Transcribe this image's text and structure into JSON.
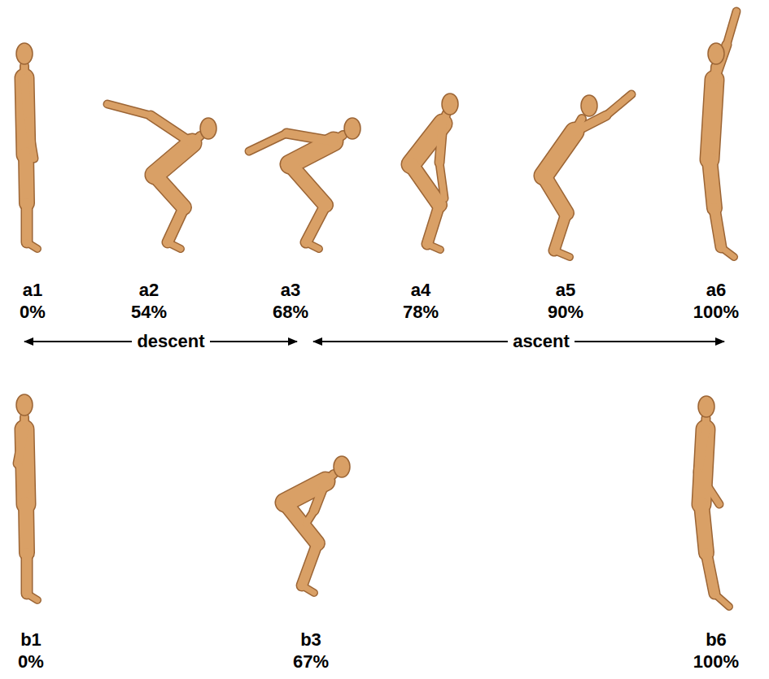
{
  "diagram": {
    "labels": [
      "a1",
      "0%",
      "a2",
      "54%",
      "a3",
      "68%",
      "a4",
      "78%",
      "a5",
      "90%",
      "a6",
      "100%",
      "descent",
      "ascent",
      "b1",
      "0%",
      "b3",
      "67%",
      "b6",
      "100%"
    ]
  }
}
